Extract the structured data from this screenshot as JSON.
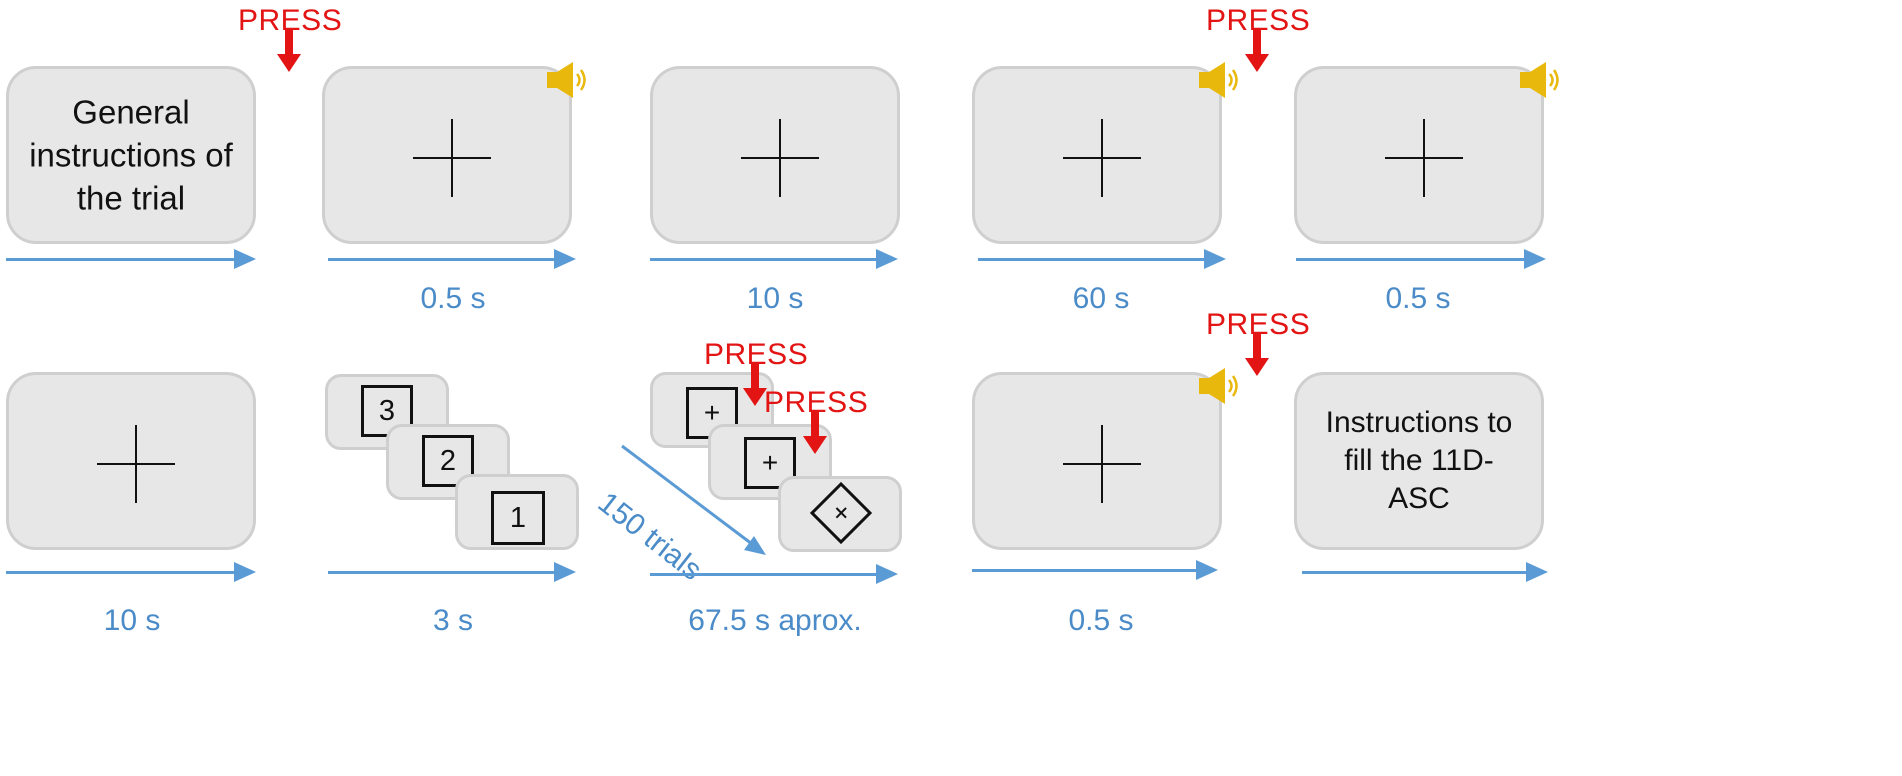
{
  "colors": {
    "timeline": "#5b9bd5",
    "timeline_text": "#4a8bc8",
    "press": "#e31414",
    "speaker": "#e8b80d",
    "panel": "#e8e7e7",
    "panel_border": "#cfcfcf"
  },
  "row1": {
    "panel1_text": "General instructions of the trial",
    "durations": [
      "0.5 s",
      "10 s",
      "60 s",
      "0.5 s"
    ]
  },
  "row2": {
    "panel5_text": "Instructions to fill the 11D-ASC",
    "countdown": [
      "3",
      "2",
      "1"
    ],
    "trials_label": "150 trials",
    "durations": [
      "10 s",
      "3 s",
      "67.5 s aprox.",
      "0.5 s"
    ]
  },
  "press_label": "PRESS",
  "stim_symbol": "+",
  "icons": [
    "speaker-icon",
    "red-down-arrow-icon",
    "timeline-arrow-icon",
    "fixation-cross-icon"
  ]
}
